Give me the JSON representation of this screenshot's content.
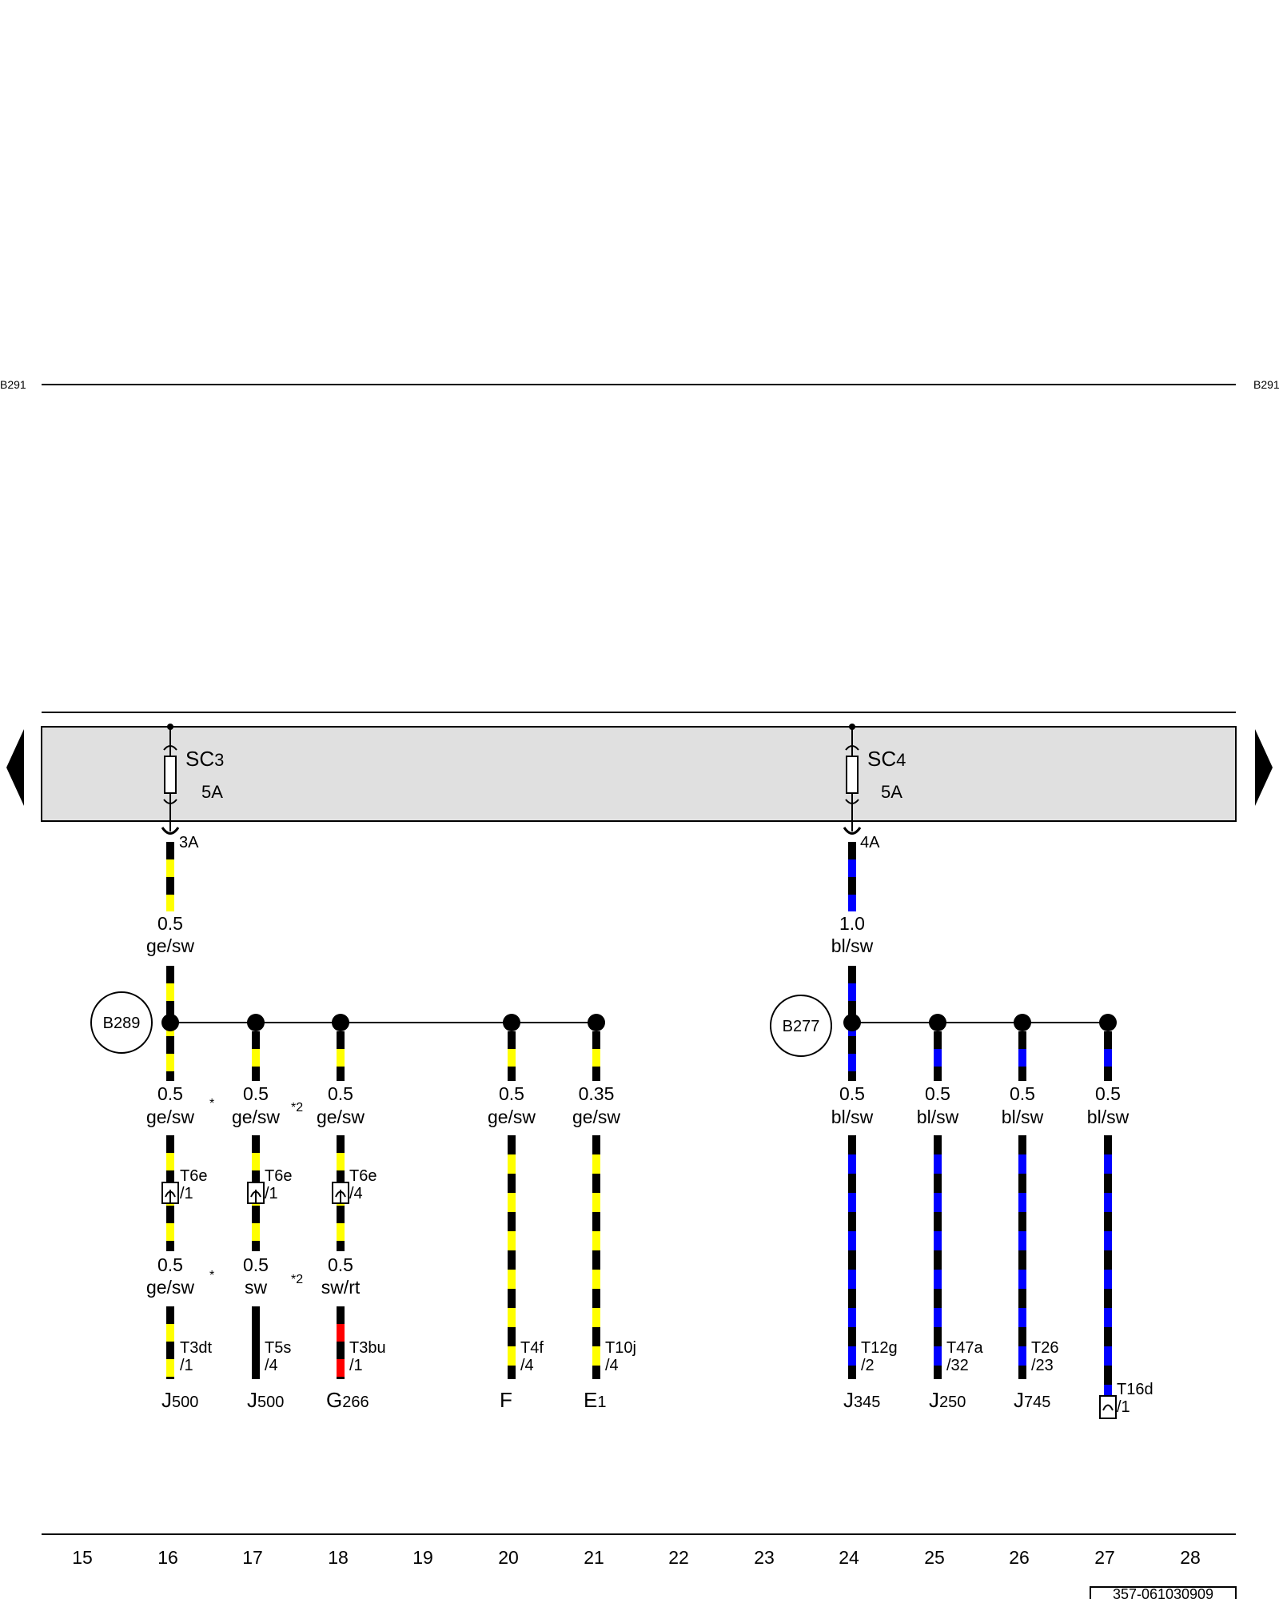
{
  "edge_refs": {
    "left": "B291",
    "right": "B291"
  },
  "fuses": [
    {
      "name": "SC",
      "index": "3",
      "rating": "5A",
      "pin": "3A",
      "wire": {
        "size": "0.5",
        "color": "ge/sw"
      },
      "color_main": "#ffff00"
    },
    {
      "name": "SC",
      "index": "4",
      "rating": "5A",
      "pin": "4A",
      "wire": {
        "size": "1.0",
        "color": "bl/sw"
      },
      "color_main": "#0000ff"
    }
  ],
  "junctions": [
    "B289",
    "B277"
  ],
  "branches": [
    {
      "size": "0.5",
      "color": "ge/sw",
      "note": "*",
      "conn_a": "T6e",
      "pin_a": "/1",
      "size2": "0.5",
      "color2": "ge/sw",
      "note2": "*",
      "conn": "T3dt",
      "pin": "/1",
      "comp": "J",
      "comp_sub": "500"
    },
    {
      "size": "0.5",
      "color": "ge/sw",
      "note": "*2",
      "conn_a": "T6e",
      "pin_a": "/1",
      "size2": "0.5",
      "color2": "sw",
      "note2": "*2",
      "conn": "T5s",
      "pin": "/4",
      "comp": "J",
      "comp_sub": "500"
    },
    {
      "size": "0.5",
      "color": "ge/sw",
      "note": "",
      "conn_a": "T6e",
      "pin_a": "/4",
      "size2": "0.5",
      "color2": "sw/rt",
      "note2": "",
      "conn": "T3bu",
      "pin": "/1",
      "comp": "G",
      "comp_sub": "266"
    },
    {
      "size": "0.5",
      "color": "ge/sw",
      "conn": "T4f",
      "pin": "/4",
      "comp": "F",
      "comp_sub": ""
    },
    {
      "size": "0.35",
      "color": "ge/sw",
      "conn": "T10j",
      "pin": "/4",
      "comp": "E",
      "comp_sub": "1"
    },
    {
      "size": "0.5",
      "color": "bl/sw",
      "conn": "T12g",
      "pin": "/2",
      "comp": "J",
      "comp_sub": "345"
    },
    {
      "size": "0.5",
      "color": "bl/sw",
      "conn": "T47a",
      "pin": "/32",
      "comp": "J",
      "comp_sub": "250"
    },
    {
      "size": "0.5",
      "color": "bl/sw",
      "conn": "T26",
      "pin": "/23",
      "comp": "J",
      "comp_sub": "745"
    },
    {
      "size": "0.5",
      "color": "bl/sw",
      "conn": "T16d",
      "pin": "/1",
      "comp": "",
      "comp_sub": ""
    }
  ],
  "columns": [
    "15",
    "16",
    "17",
    "18",
    "19",
    "20",
    "21",
    "22",
    "23",
    "24",
    "25",
    "26",
    "27",
    "28"
  ],
  "doc_number": "357-061030909",
  "colors": {
    "yellow": "#ffff00",
    "blue": "#0000ff",
    "red": "#ff0000",
    "black": "#000000",
    "band": "#e0e0e0"
  }
}
